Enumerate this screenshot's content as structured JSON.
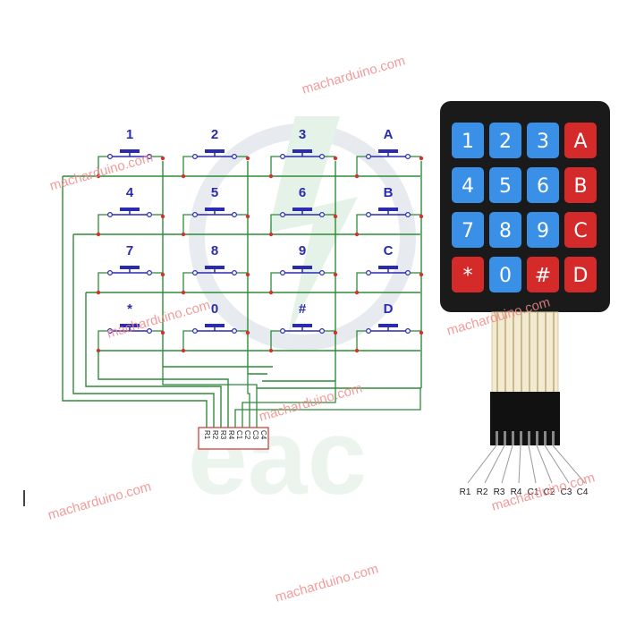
{
  "schematic": {
    "keys": [
      [
        "1",
        "2",
        "3",
        "A"
      ],
      [
        "4",
        "5",
        "6",
        "B"
      ],
      [
        "7",
        "8",
        "9",
        "C"
      ],
      [
        "*",
        "0",
        "#",
        "D"
      ]
    ],
    "connector_pins": [
      "R1",
      "R2",
      "R3",
      "R4",
      "C1",
      "C2",
      "C3",
      "C4"
    ],
    "wire_color": "#2e8b3a",
    "node_color": "#d0342c",
    "label_color": "#2b2bb0"
  },
  "keypad": {
    "keys": [
      [
        "1",
        "2",
        "3",
        "A"
      ],
      [
        "4",
        "5",
        "6",
        "B"
      ],
      [
        "7",
        "8",
        "9",
        "C"
      ],
      [
        "*",
        "0",
        "#",
        "D"
      ]
    ],
    "blue_key_color": "#3a8fe6",
    "red_key_color": "#d42a2a",
    "frame_color": "#1a1a1a",
    "pin_labels": [
      "R1",
      "R2",
      "R3",
      "R4",
      "C1",
      "C2",
      "C3",
      "C4"
    ]
  },
  "watermark": {
    "text": "macharduino.com",
    "logo_text": "eac"
  }
}
